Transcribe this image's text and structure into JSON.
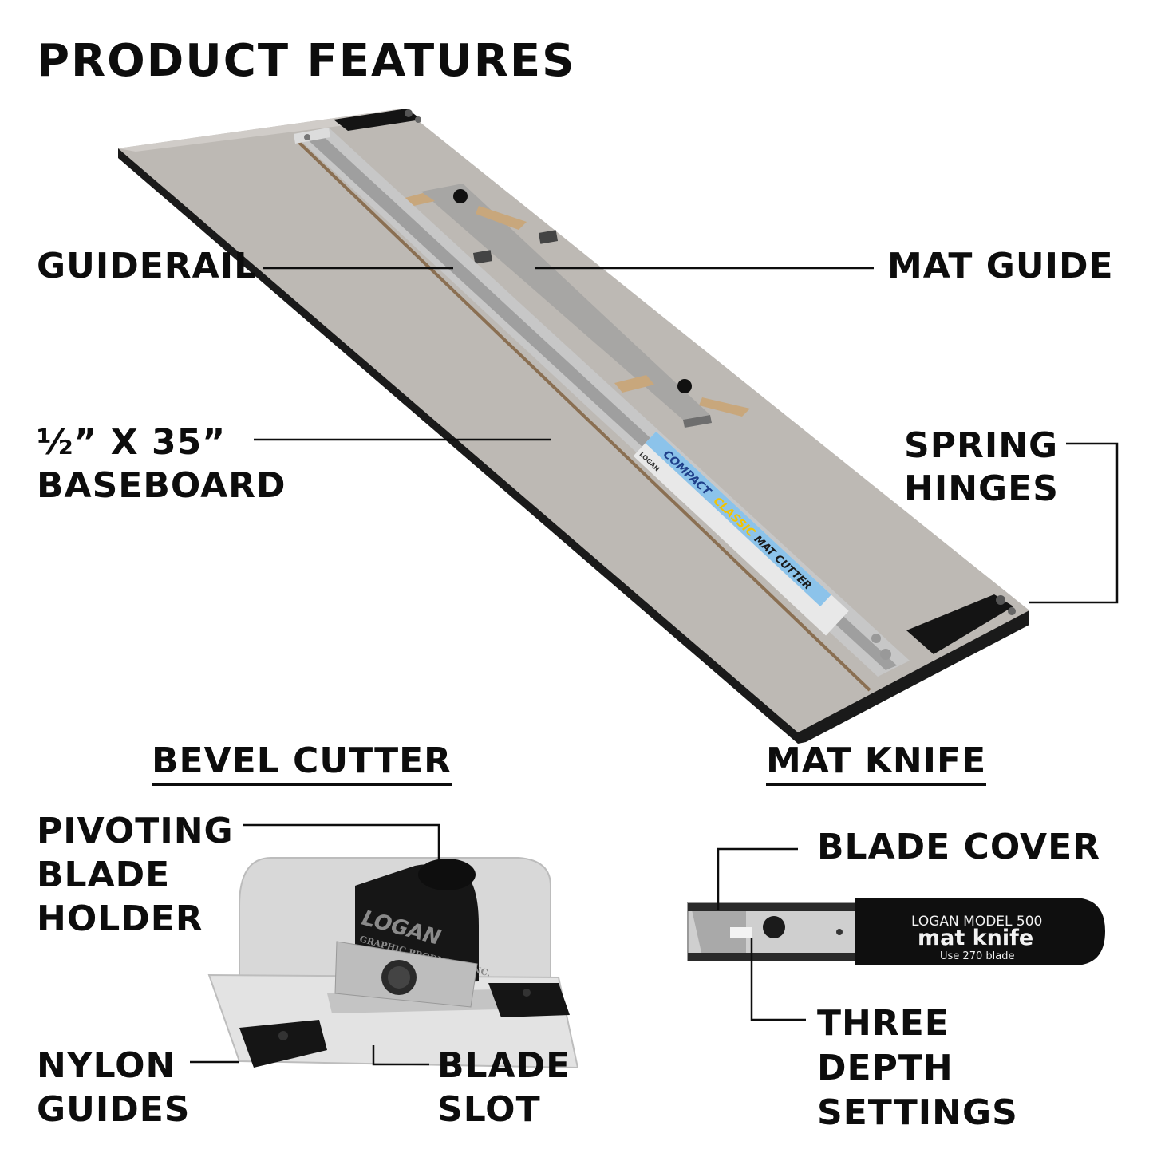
{
  "title": "PRODUCT FEATURES",
  "callouts": {
    "guiderail": "GUIDERAIL",
    "mat_guide": "MAT GUIDE",
    "baseboard": "½” X 35”\nBASEBOARD",
    "spring_hinges": "SPRING\nHINGES",
    "pivoting_blade_holder": "PIVOTING\nBLADE\nHOLDER",
    "nylon_guides": "NYLON\nGUIDES",
    "blade_slot": "BLADE\nSLOT",
    "blade_cover": "BLADE COVER",
    "three_depth_settings": "THREE\nDEPTH\nSETTINGS"
  },
  "sections": {
    "bevel_cutter": "BEVEL CUTTER",
    "mat_knife": "MAT KNIFE"
  },
  "product_text": {
    "rail_compact": "COMPACT",
    "rail_classic": "CLASSIC",
    "rail_mat_cutter": "MAT CUTTER",
    "rail_brand": "LOGAN",
    "cutter_logo": "LOGAN",
    "cutter_sub": "GRAPHIC PRODUCTS, INC.",
    "knife_model": "LOGAN  MODEL 500",
    "knife_name": "mat knife",
    "knife_blade": "Use  270  blade"
  },
  "colors": {
    "board": "#b9b6b2",
    "board_edge": "#1a1a1a",
    "rail": "#c9c9c9",
    "accent_blue": "#3a6fc9",
    "accent_yellow": "#f2c300",
    "ink": "#0d0d0d"
  }
}
